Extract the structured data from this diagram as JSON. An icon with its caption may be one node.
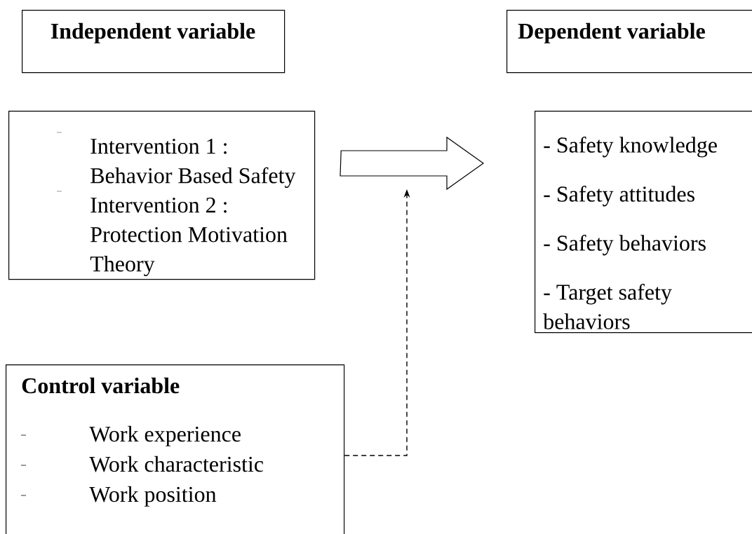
{
  "diagram": {
    "nodes": [
      {
        "text": [
          "Independent variable"
        ]
      },
      {
        "text": [
          "Intervention 1 : Behavior Based Safety",
          "Intervention 2 : Protection Motivation Theory"
        ]
      },
      {
        "text": [
          "Dependent variable"
        ]
      },
      {
        "text": [
          "- Safety knowledge",
          "- Safety attitudes",
          "- Safety behaviors",
          "- Target safety behaviors"
        ]
      },
      {
        "text": [
          "Control variable",
          "Work experience",
          "Work characteristic",
          "Work position"
        ]
      }
    ],
    "edges": [
      {
        "from": 1,
        "to": 3,
        "arrow": "to"
      },
      {
        "from": 4,
        "to": null,
        "arrow": "to",
        "style": "dashed"
      }
    ]
  }
}
